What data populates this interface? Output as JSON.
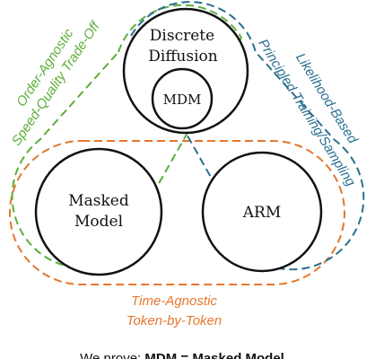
{
  "colors": {
    "green": "#5cae3a",
    "teal": "#2a6f8e",
    "orange": "#e5772d",
    "ink": "#111111"
  },
  "nodes": {
    "discrete_diffusion": {
      "line1": "Discrete",
      "line2": "Diffusion"
    },
    "mdm": {
      "label": "MDM"
    },
    "masked_model": {
      "line1": "Masked",
      "line2": "Model"
    },
    "arm": {
      "label": "ARM"
    }
  },
  "regions": {
    "green": {
      "line1": "Order-Agnostic",
      "line2": "Speed-Quality Trade-Off"
    },
    "teal": {
      "line1": "Likelihood-Based",
      "line2": "Principled Training/Sampling"
    },
    "orange": {
      "line1": "Time-Agnostic",
      "line2": "Token-by-Token"
    }
  },
  "caption": {
    "prefix": "We prove: ",
    "bold": "MDM = Masked Model"
  }
}
